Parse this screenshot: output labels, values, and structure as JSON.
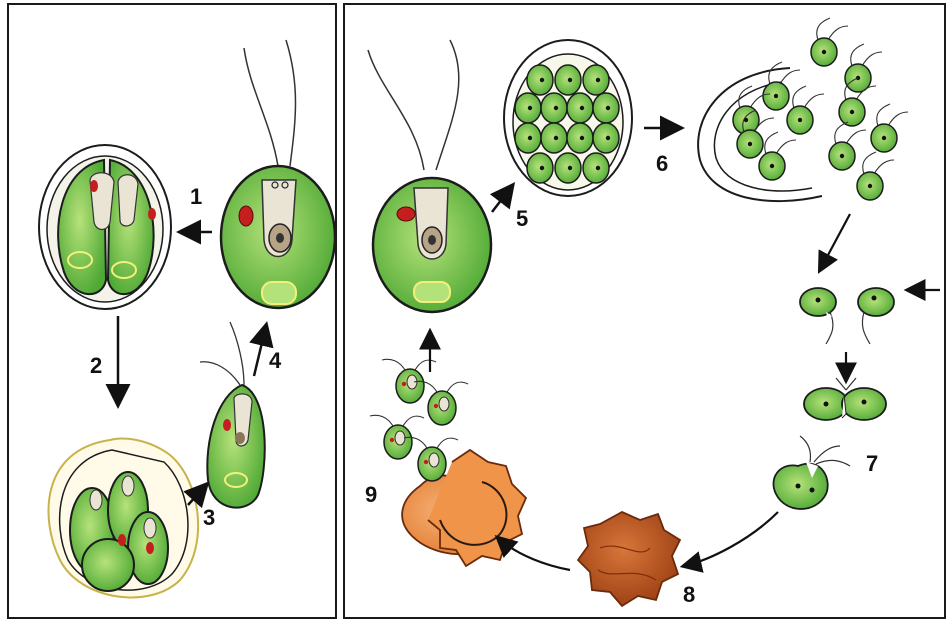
{
  "figure": {
    "left_panel": {
      "labels": [
        "1",
        "2",
        "3",
        "4"
      ]
    },
    "right_panel": {
      "labels": [
        "5",
        "6",
        "7",
        "8",
        "9"
      ]
    }
  },
  "colors": {
    "cell_green": "#6cc04a",
    "cell_light": "#a8dc6a",
    "outline": "#1c1c1c",
    "eyespot": "#c41e1e",
    "zygote_brown": "#c65b24",
    "zygote_orange": "#f0944a",
    "pyrenoid": "#f3f07a"
  }
}
